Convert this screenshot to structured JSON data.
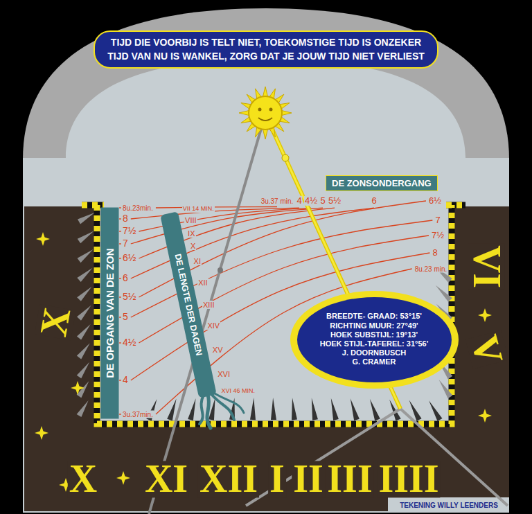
{
  "diagram": {
    "nodes": [
      {
        "text": [
          "TIJD DIE VOORBIJ IS TELT NIET, TOEKOMSTIGE TIJD IS ONZEKER",
          "TIJD VAN NU IS WANKEL, ZORG DAT JE JOUW TIJD NIET VERLIEST"
        ]
      },
      {
        "text": [
          "DE OPGANG VAN DE ZON"
        ]
      },
      {
        "text": [
          "DE LENGTE DER DAGEN"
        ]
      },
      {
        "text": [
          "DE ZONSONDERGANG"
        ]
      },
      {
        "text": [
          "BREEDTE- GRAAD: 53°15'",
          "RICHTING MUUR: 27°49'",
          "HOEK SUBSTIJL: 19°13'",
          "HOEK STIJL-TAFEREL: 31°56'",
          "J. DOORNBUSCH",
          "G. CRAMER"
        ]
      }
    ],
    "labels": [
      "8u.23min.",
      "8",
      "7½",
      "7",
      "6½",
      "6",
      "5½",
      "5",
      "4½",
      "4",
      "3u.37min.",
      "VII 14 MIN.",
      "VIII",
      "IX",
      "X",
      "XI",
      "XII",
      "XIII",
      "XIV",
      "XV",
      "XVI",
      "XVI 46 MIN.",
      "3u.37 min.",
      "4",
      "4½",
      "5",
      "5½",
      "6",
      "6½",
      "7",
      "7½",
      "8",
      "8u.23 min.",
      "X",
      "VI",
      "V",
      "X",
      "XI",
      "XII",
      "I",
      "II",
      "III",
      "IIII",
      "TEKENING WILLY LEENDERS"
    ]
  }
}
